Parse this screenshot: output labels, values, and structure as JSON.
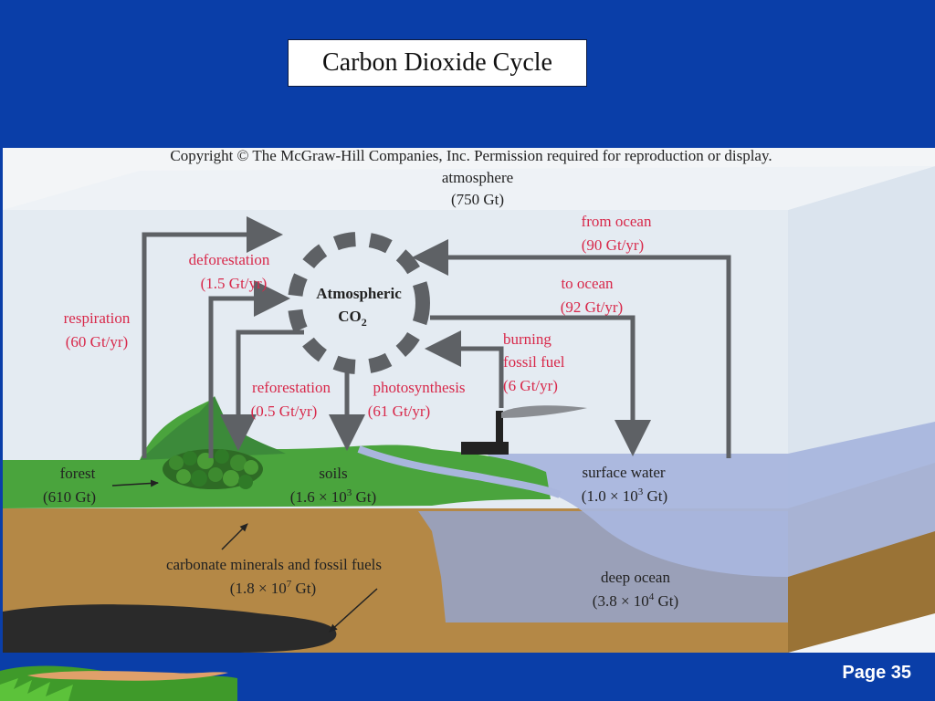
{
  "slide": {
    "title": "Carbon Dioxide Cycle",
    "page": "Page 35"
  },
  "diagram": {
    "copyright": "Copyright © The McGraw-Hill Companies, Inc. Permission required for reproduction or display.",
    "atmosphere": {
      "name": "atmosphere",
      "amount": "(750 Gt)"
    },
    "center": {
      "line1": "Atmospheric",
      "line2": "CO",
      "subscript": "2"
    },
    "flows": {
      "respiration": {
        "name": "respiration",
        "rate": "(60 Gt/yr)"
      },
      "deforestation": {
        "name": "deforestation",
        "rate": "(1.5 Gt/yr)"
      },
      "reforestation": {
        "name": "reforestation",
        "rate": "(0.5 Gt/yr)"
      },
      "photosynthesis": {
        "name": "photosynthesis",
        "rate": "(61 Gt/yr)"
      },
      "burning": {
        "name1": "burning",
        "name2": "fossil fuel",
        "rate": "(6 Gt/yr)"
      },
      "to_ocean": {
        "name": "to ocean",
        "rate": "(92 Gt/yr)"
      },
      "from_ocean": {
        "name": "from ocean",
        "rate": "(90 Gt/yr)"
      }
    },
    "reservoirs": {
      "forest": {
        "name": "forest",
        "amount": "(610 Gt)"
      },
      "soils": {
        "name": "soils",
        "amount_prefix": "(1.6 × 10",
        "amount_exp": "3",
        "amount_suffix": " Gt)"
      },
      "surface_water": {
        "name": "surface water",
        "amount_prefix": "(1.0 × 10",
        "amount_exp": "3",
        "amount_suffix": " Gt)"
      },
      "deep_ocean": {
        "name": "deep ocean",
        "amount_prefix": "(3.8 × 10",
        "amount_exp": "4",
        "amount_suffix": " Gt)"
      },
      "carbonate": {
        "name": "carbonate minerals and fossil fuels",
        "amount_prefix": "(1.8 × 10",
        "amount_exp": "7",
        "amount_suffix": " Gt)"
      }
    },
    "colors": {
      "flow_label": "#d8284a",
      "arrow": "#5e6165",
      "sky": "#e6edf3",
      "land": "#4aa43d",
      "sediment": "#b48846",
      "water": "#a9b6dd"
    }
  }
}
